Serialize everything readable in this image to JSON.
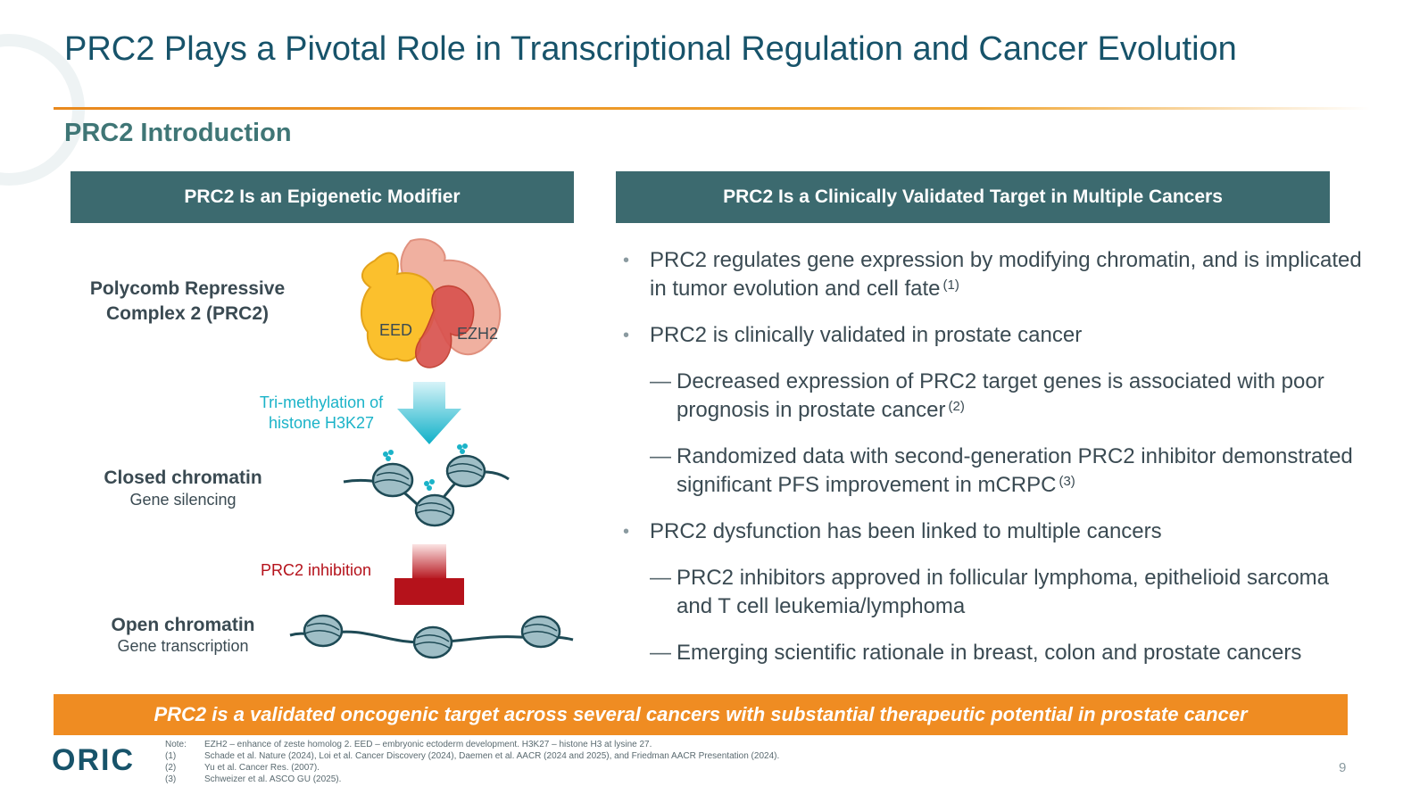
{
  "header": {
    "title": "PRC2 Plays a Pivotal Role in Transcriptional Regulation and Cancer Evolution",
    "subtitle": "PRC2 Introduction"
  },
  "left_panel": {
    "heading": "PRC2 Is an Epigenetic Modifier",
    "complex_label_line1": "Polycomb Repressive",
    "complex_label_line2": "Complex 2 (PRC2)",
    "eed_label": "EED",
    "ezh2_label": "EZH2",
    "trimethylation_line1": "Tri-methylation of",
    "trimethylation_line2": "histone H3K27",
    "closed_title": "Closed chromatin",
    "closed_sub": "Gene silencing",
    "inhibition_label": "PRC2 inhibition",
    "open_title": "Open chromatin",
    "open_sub": "Gene transcription"
  },
  "right_panel": {
    "heading": "PRC2 Is a Clinically Validated Target in Multiple Cancers",
    "items": [
      {
        "level": 1,
        "text": "PRC2 regulates gene expression by modifying chromatin, and is implicated in tumor evolution and cell fate",
        "ref": "(1)"
      },
      {
        "level": 1,
        "text": "PRC2 is clinically validated in prostate cancer",
        "ref": ""
      },
      {
        "level": 2,
        "text": "Decreased expression of PRC2 target genes is associated with poor prognosis in prostate cancer",
        "ref": "(2)"
      },
      {
        "level": 2,
        "text": "Randomized data with second-generation PRC2 inhibitor demonstrated significant PFS improvement in mCRPC",
        "ref": "(3)"
      },
      {
        "level": 1,
        "text": "PRC2 dysfunction has been linked to multiple cancers",
        "ref": ""
      },
      {
        "level": 2,
        "text": "PRC2 inhibitors approved in follicular lymphoma, epithelioid sarcoma and T cell leukemia/lymphoma",
        "ref": ""
      },
      {
        "level": 2,
        "text": "Emerging scientific rationale in breast, colon and prostate cancers",
        "ref": ""
      }
    ]
  },
  "takeaway": "PRC2 is a validated oncogenic target across several cancers with substantial therapeutic potential in prostate cancer",
  "footnotes": [
    {
      "key": "Note:",
      "text": "EZH2 – enhance of zeste homolog 2. EED – embryonic ectoderm development. H3K27 – histone H3 at lysine 27."
    },
    {
      "key": "(1)",
      "text": "Schade et al. Nature (2024), Loi et al. Cancer Discovery (2024), Daemen et al. AACR (2024 and 2025), and Friedman AACR Presentation (2024)."
    },
    {
      "key": "(2)",
      "text": "Yu et al. Cancer Res. (2007)."
    },
    {
      "key": "(3)",
      "text": "Schweizer et al. ASCO GU (2025)."
    }
  ],
  "logo": "ORIC",
  "page_number": "9",
  "colors": {
    "title": "#17536a",
    "banner": "#3c6a6f",
    "accent_orange": "#ef8c22",
    "teal_arrow": "#1bb3c8",
    "inhibition_red": "#b5121b"
  }
}
